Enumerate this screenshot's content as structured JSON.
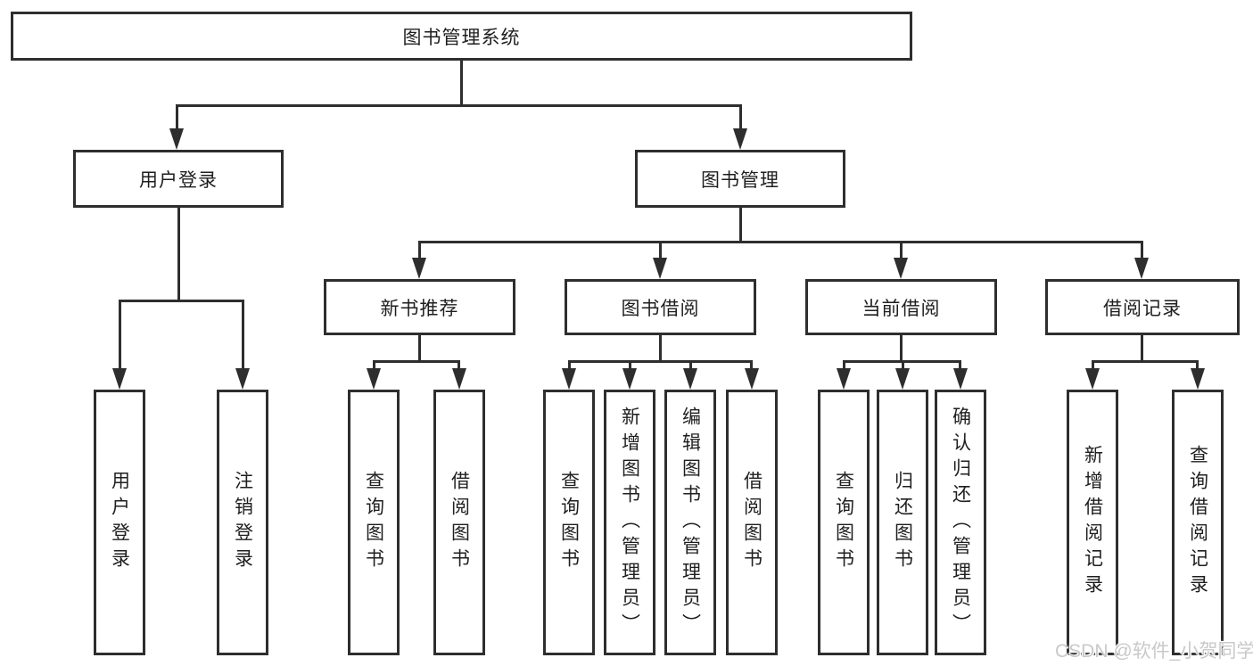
{
  "diagram": {
    "title": "图书管理系统",
    "level2": {
      "login": "用户登录",
      "manage": "图书管理"
    },
    "level3": {
      "newbook": "新书推荐",
      "borrow": "图书借阅",
      "current": "当前借阅",
      "records": "借阅记录"
    },
    "leaves": {
      "login": [
        "用户登录",
        "注销登录"
      ],
      "newbook": [
        "查询图书",
        "借阅图书"
      ],
      "borrow": [
        "查询图书",
        "新增图书（管理员）",
        "编辑图书（管理员）",
        "借阅图书"
      ],
      "current": [
        "查询图书",
        "归还图书",
        "确认归还（管理员）"
      ],
      "records": [
        "新增借阅记录",
        "查询借阅记录"
      ]
    }
  },
  "watermark": {
    "text": "CSDN @软件_小贺同学"
  },
  "colors": {
    "line": "#2e2e2e",
    "text": "#1f1f1f",
    "background": "#ffffff",
    "watermark": "#c9c9c9"
  }
}
